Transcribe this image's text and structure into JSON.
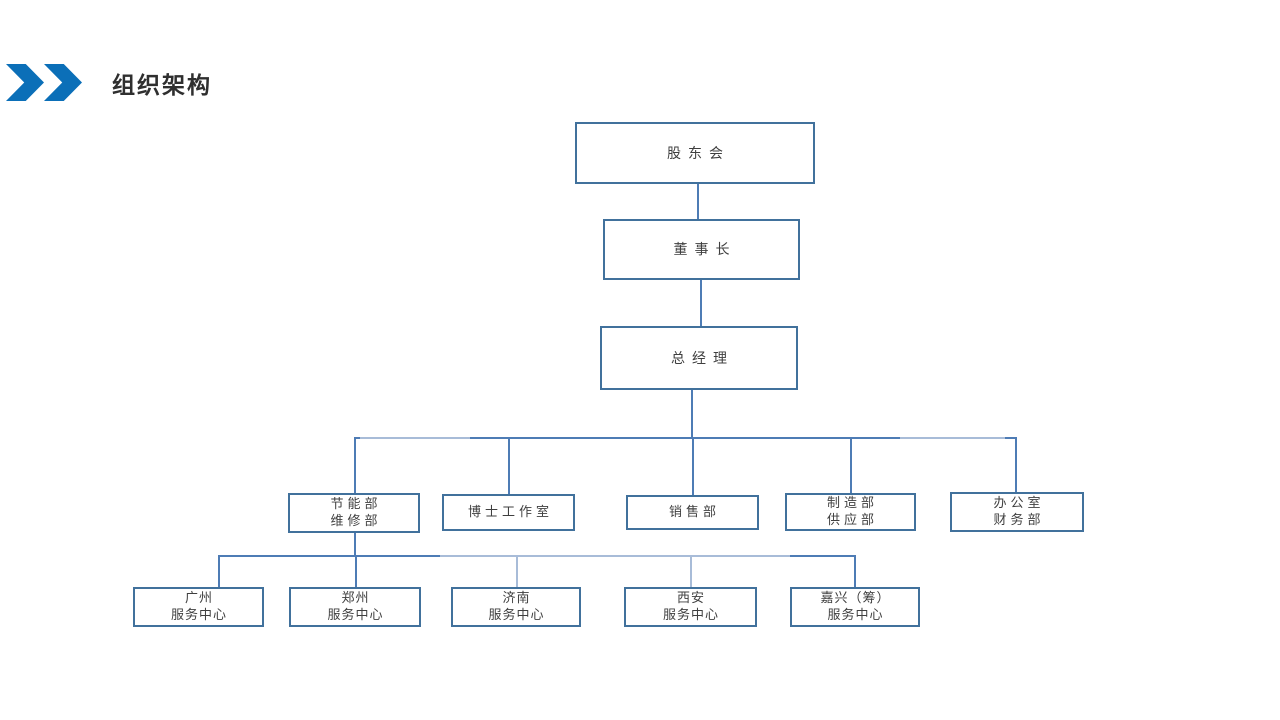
{
  "slide": {
    "title": "组织架构"
  },
  "colors": {
    "accent_blue": "#0B6FB8",
    "box_border": "#41719C",
    "connector": "#4E7CB5",
    "connector_light": "#A8BCD8",
    "title_text": "#2F2F2F",
    "box_text": "#3F3F3F"
  },
  "org_chart": {
    "nodes": {
      "shareholders": {
        "line1": "股东会"
      },
      "chairman": {
        "line1": "董事长"
      },
      "general_manager": {
        "line1": "总经理"
      },
      "energy_maintenance": {
        "line1": "节能部",
        "line2": "维修部"
      },
      "doctor_studio": {
        "line1": "博士工作室"
      },
      "sales": {
        "line1": "销售部"
      },
      "manufacture_supply": {
        "line1": "制造部",
        "line2": "供应部"
      },
      "office_finance": {
        "line1": "办公室",
        "line2": "财务部"
      },
      "guangzhou": {
        "line1": "广州",
        "line2": "服务中心"
      },
      "zhengzhou": {
        "line1": "郑州",
        "line2": "服务中心"
      },
      "jinan": {
        "line1": "济南",
        "line2": "服务中心"
      },
      "xian": {
        "line1": "西安",
        "line2": "服务中心"
      },
      "jiaxing": {
        "line1": "嘉兴（筹）",
        "line2": "服务中心"
      }
    }
  }
}
